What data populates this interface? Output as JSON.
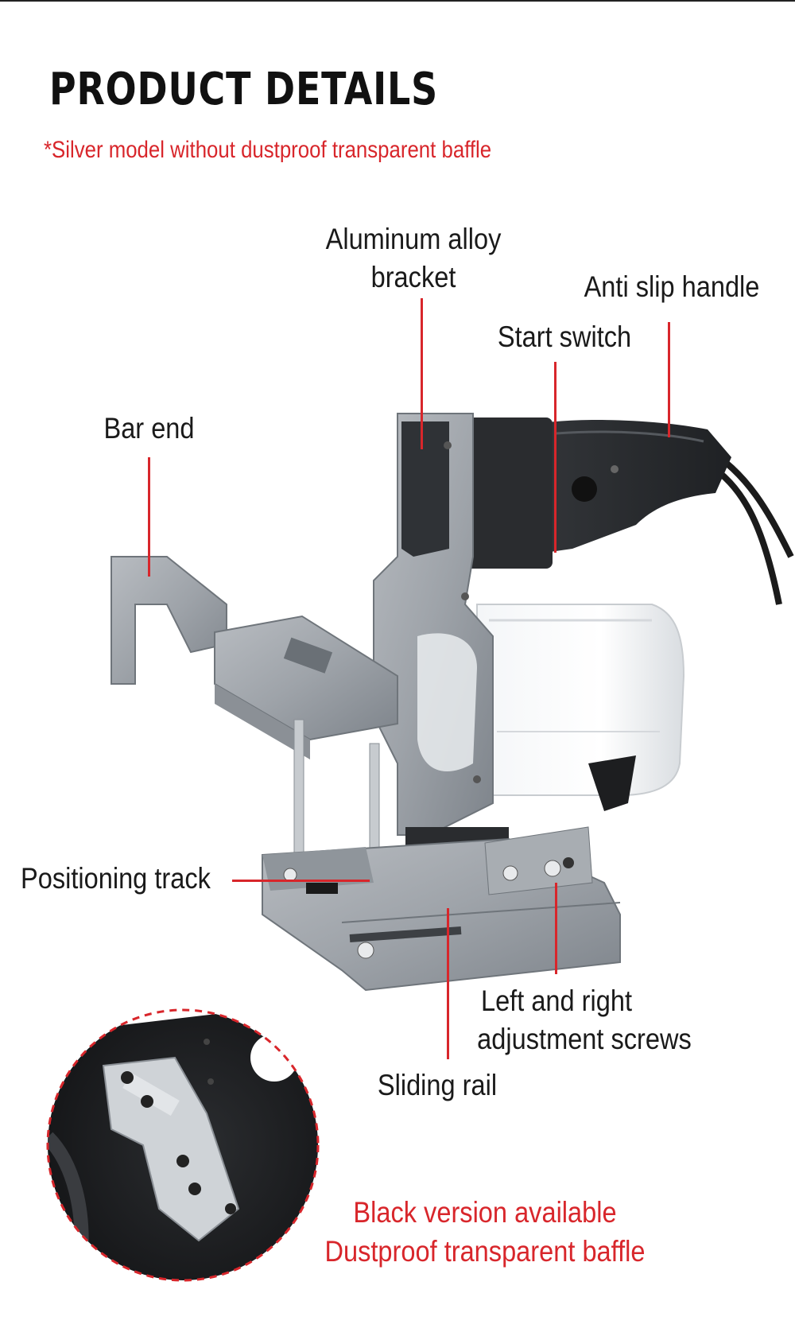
{
  "header": {
    "title": "PRODUCT DETAILS",
    "subtitle": "*Silver model without dustproof transparent baffle"
  },
  "labels": {
    "bracket_line1": "Aluminum alloy",
    "bracket_line2": "bracket",
    "handle": "Anti slip handle",
    "switch": "Start switch",
    "bar_end": "Bar end",
    "track": "Positioning track",
    "screws_line1": "Left and right",
    "screws_line2": "adjustment screws",
    "rail": "Sliding rail"
  },
  "inset_note": {
    "line1": "Black version available",
    "line2": "Dustproof transparent baffle"
  },
  "colors": {
    "accent": "#d8262b",
    "text": "#1a1a1a"
  }
}
